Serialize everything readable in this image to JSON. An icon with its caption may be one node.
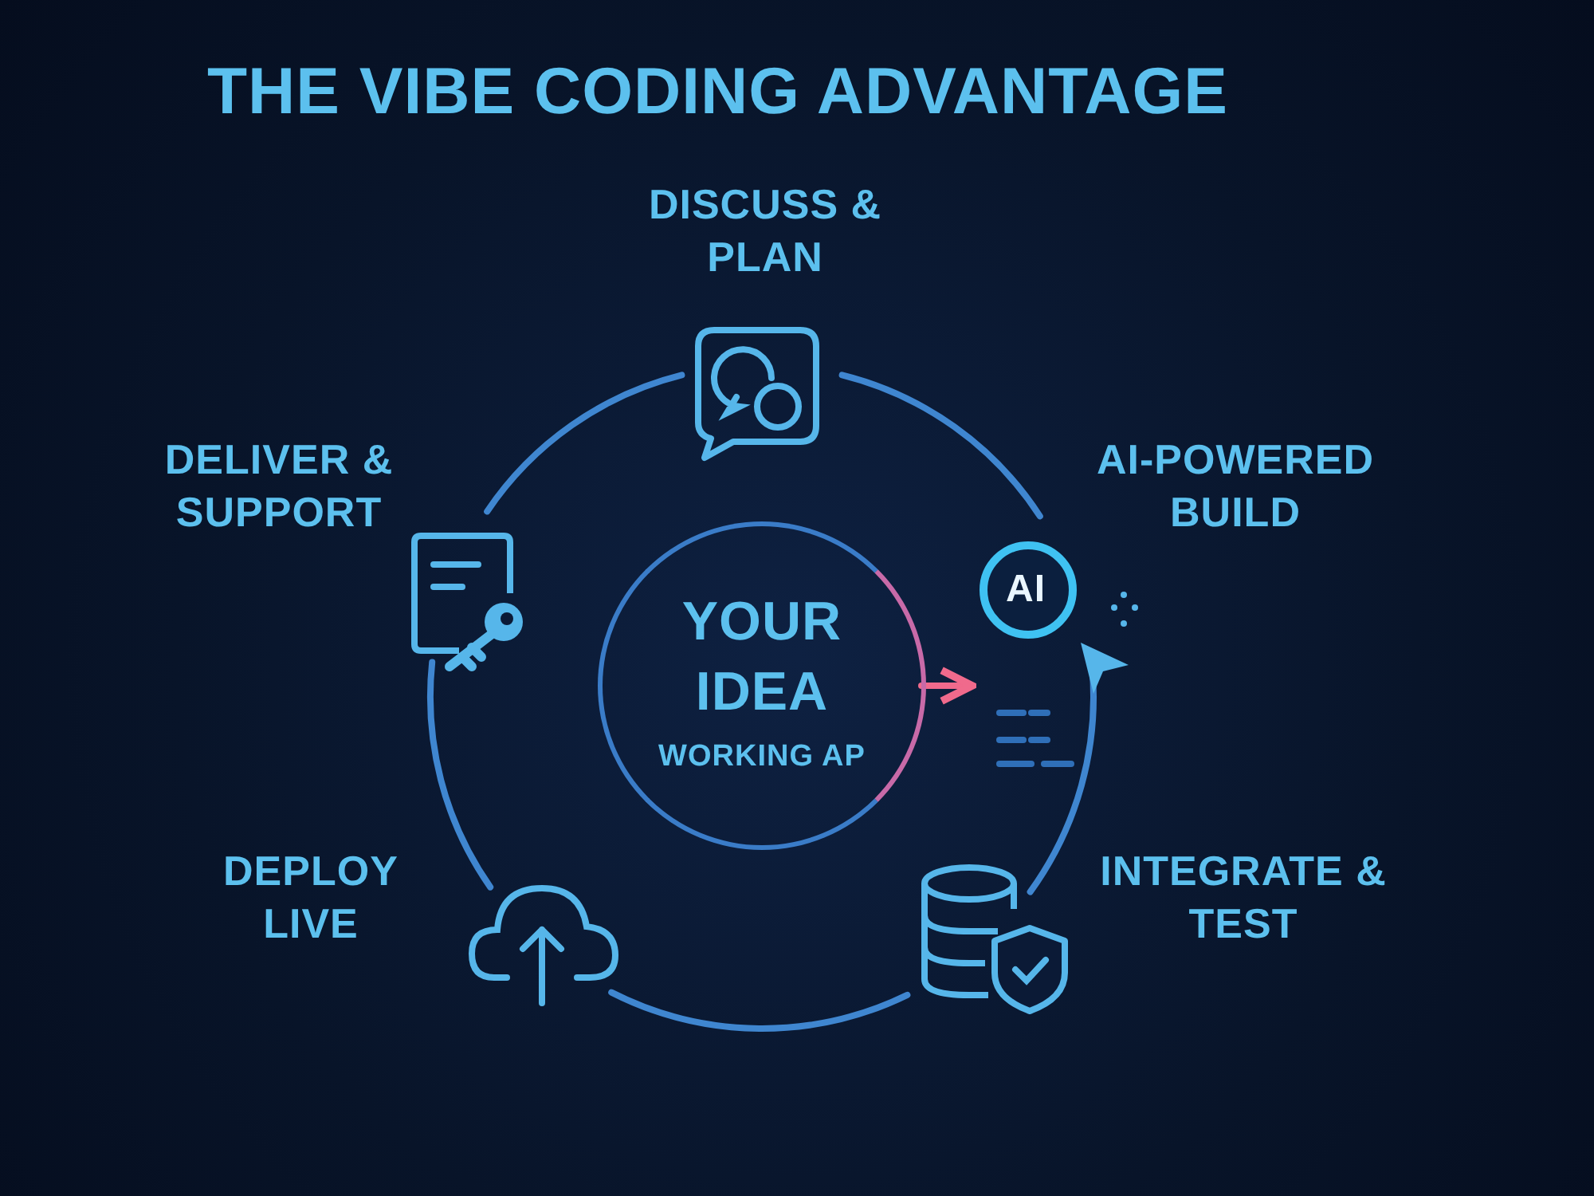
{
  "diagram": {
    "title": "THE VIBE CODING ADVANTAGE",
    "nodes": [
      {
        "text": [
          "YOUR IDEA",
          "WORKING AP"
        ]
      },
      {
        "text": [
          "DISCUSS & PLAN"
        ]
      },
      {
        "text": [
          "AI-POWERED BUILD",
          "AI"
        ]
      },
      {
        "text": [
          "INTEGRATE & TEST"
        ]
      },
      {
        "text": [
          "DEPLOY LIVE"
        ]
      },
      {
        "text": [
          "DELIVER & SUPPORT"
        ]
      }
    ],
    "edges": [
      {
        "from": 1,
        "to": 2,
        "arrow": "none"
      },
      {
        "from": 2,
        "to": 3,
        "arrow": "none"
      },
      {
        "from": 3,
        "to": 4,
        "arrow": "none"
      },
      {
        "from": 4,
        "to": 5,
        "arrow": "none"
      },
      {
        "from": 5,
        "to": 1,
        "arrow": "none"
      },
      {
        "from": 0,
        "to": 2,
        "arrow": "to",
        "color": "#f06a8c"
      }
    ]
  }
}
